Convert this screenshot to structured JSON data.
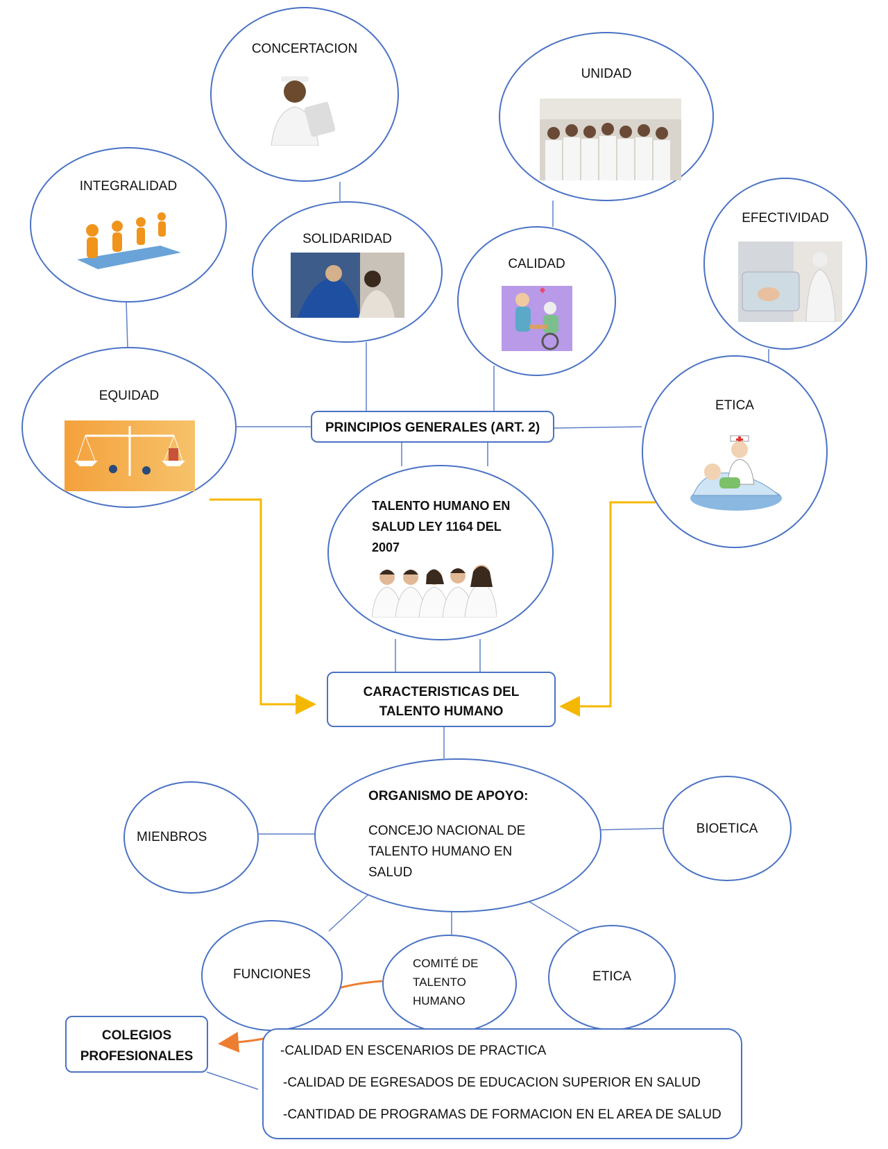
{
  "nodes": {
    "concertacion": "CONCERTACION",
    "unidad": "UNIDAD",
    "integralidad": "INTEGRALIDAD",
    "solidaridad": "SOLIDARIDAD",
    "calidad": "CALIDAD",
    "efectividad": "EFECTIVIDAD",
    "equidad": "EQUIDAD",
    "etica_top": "ETICA",
    "principios": "PRINCIPIOS GENERALES (ART. 2)",
    "talento_line1": "TALENTO HUMANO EN",
    "talento_line2": "SALUD LEY 1164 DEL",
    "talento_line3": "2007",
    "caracteristicas_line1": "CARACTERISTICAS DEL",
    "caracteristicas_line2": "TALENTO HUMANO",
    "organismo_title": "ORGANISMO DE APOYO:",
    "organismo_line1": "CONCEJO NACIONAL DE",
    "organismo_line2": "TALENTO HUMANO EN",
    "organismo_line3": "SALUD",
    "mienbros": "MIENBROS",
    "bioetica": "BIOETICA",
    "funciones": "FUNCIONES",
    "comite_line1": "COMITÉ DE",
    "comite_line2": "TALENTO",
    "comite_line3": "HUMANO",
    "etica_bottom": "ETICA",
    "colegios_line1": "COLEGIOS",
    "colegios_line2": "PROFESIONALES"
  },
  "list_items": [
    "-CALIDAD EN ESCENARIOS DE PRACTICA",
    "-CALIDAD DE EGRESADOS DE EDUCACION SUPERIOR EN SALUD",
    "-CANTIDAD DE PROGRAMAS DE FORMACION EN EL AREA DE SALUD"
  ],
  "colors": {
    "node_border": "#4a72c4",
    "connector": "#5b7fc7",
    "yellow_arrow": "#f5b800",
    "orange_arrow": "#ed7d31"
  }
}
